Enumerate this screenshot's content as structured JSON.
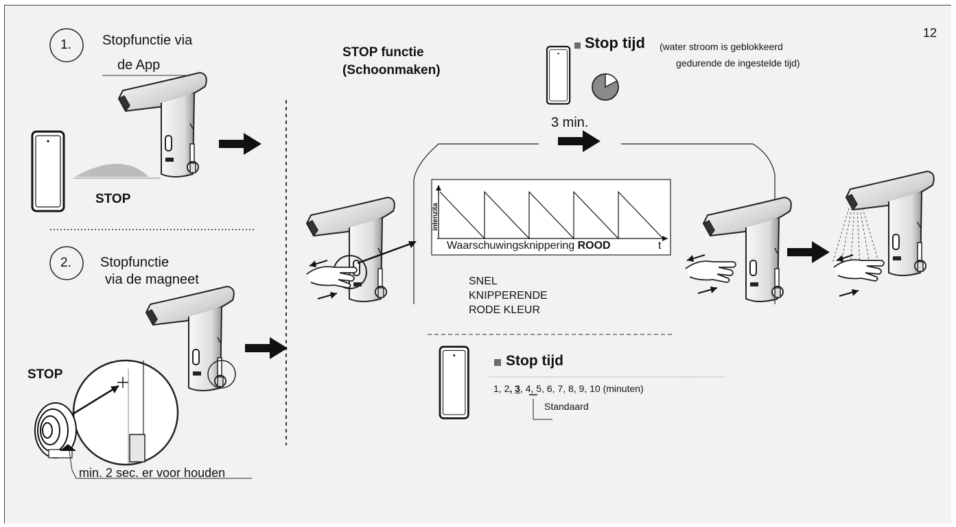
{
  "page_number": "12",
  "section1": {
    "number": "1.",
    "title_line1": "Stopfunctie via",
    "title_line2": "de App",
    "stop_label": "STOP"
  },
  "section2": {
    "number": "2.",
    "title_line1": "Stopfunctie",
    "title_line2": "via de magneet",
    "stop_label": "STOP",
    "hold_note": "min. 2 sec. er voor houden"
  },
  "stop_function": {
    "title_line1": "STOP functie",
    "title_line2": "(Schoonmaken)"
  },
  "stop_time_top": {
    "title": "Stop tijd",
    "note_line1": "(water stroom is geblokkeerd",
    "note_line2": "gedurende de ingestelde tijd)",
    "duration": "3 min."
  },
  "graph": {
    "ylabel": "intenzita",
    "xlabel_normal": "Waarschuwingsknippering ",
    "xlabel_bold": "ROOD",
    "xlabel_t": "t"
  },
  "blink_text": {
    "line1": "SNEL",
    "line2": "KNIPPERENDE",
    "line3": "RODE KLEUR"
  },
  "stop_time_bottom": {
    "title": "Stop tijd",
    "options_before": "1, 2",
    "options_comma": ",",
    "options_default": "3",
    "options_after": ", 4, 5, 6, 7, 8, 9, 10 (minuten)",
    "default_label": "Standaard"
  },
  "colors": {
    "bullet": "#6b6b6b",
    "pie_fill": "#8a8a8a",
    "arrow": "#111111"
  }
}
